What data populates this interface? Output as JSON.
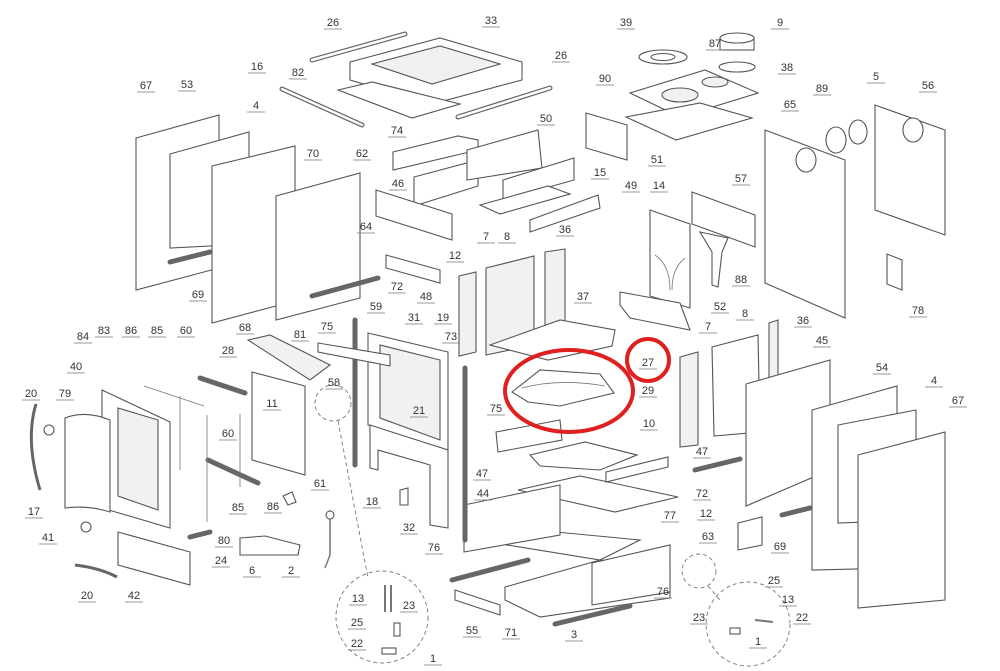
{
  "diagram": {
    "type": "exploded-parts-view",
    "highlight_color": "#e02020",
    "highlighted_part": "27",
    "callouts": [
      "26",
      "33",
      "16",
      "82",
      "67",
      "53",
      "4",
      "74",
      "70",
      "62",
      "46",
      "64",
      "12",
      "72",
      "48",
      "69",
      "59",
      "75",
      "68",
      "81",
      "31",
      "19",
      "73",
      "7",
      "39",
      "9",
      "87",
      "26",
      "38",
      "90",
      "89",
      "5",
      "56",
      "65",
      "50",
      "51",
      "15",
      "49",
      "14",
      "57",
      "8",
      "36",
      "88",
      "37",
      "78",
      "52",
      "7",
      "8",
      "36",
      "45",
      "84",
      "83",
      "86",
      "85",
      "60",
      "40",
      "28",
      "20",
      "79",
      "11",
      "58",
      "21",
      "75",
      "60",
      "47",
      "61",
      "44",
      "17",
      "18",
      "85",
      "86",
      "32",
      "76",
      "41",
      "80",
      "24",
      "6",
      "2",
      "20",
      "42",
      "13",
      "23",
      "25",
      "55",
      "22",
      "1",
      "27",
      "29",
      "10",
      "47",
      "72",
      "12",
      "77",
      "63",
      "69",
      "54",
      "4",
      "67",
      "76",
      "71",
      "3",
      "25",
      "13",
      "22",
      "23",
      "1"
    ]
  }
}
